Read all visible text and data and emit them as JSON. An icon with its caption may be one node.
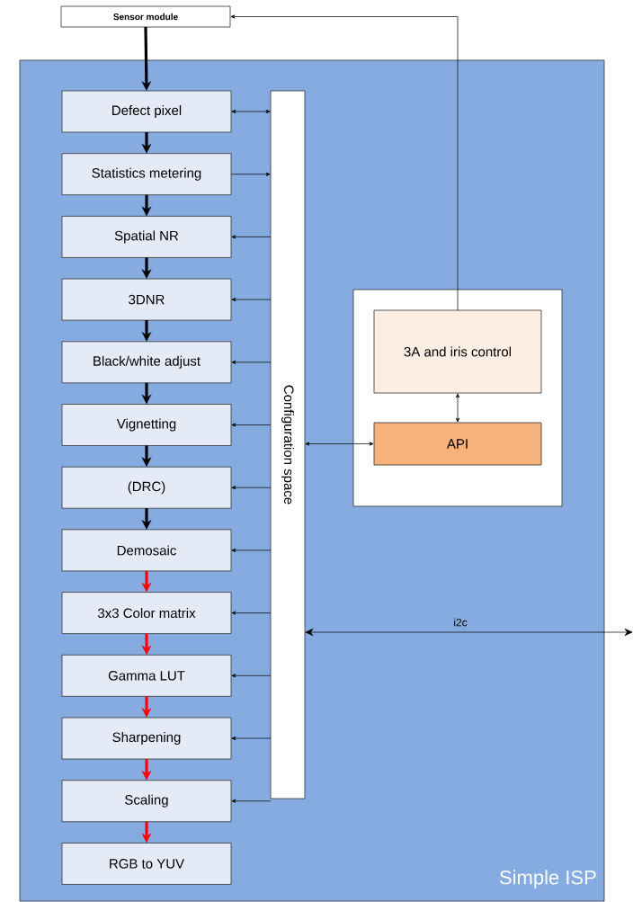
{
  "diagram": {
    "nodes": [
      {
        "text": [
          "Sensor module"
        ]
      },
      {
        "text": [
          "Simple ISP"
        ]
      },
      {
        "text": [
          "Defect pixel"
        ],
        "in": 1
      },
      {
        "text": [
          "Statistics metering"
        ],
        "in": 1
      },
      {
        "text": [
          "Spatial NR"
        ],
        "in": 1
      },
      {
        "text": [
          "3DNR"
        ],
        "in": 1
      },
      {
        "text": [
          "Black/white adjust"
        ],
        "in": 1
      },
      {
        "text": [
          "Vignetting"
        ],
        "in": 1
      },
      {
        "text": [
          "(DRC)"
        ],
        "in": 1
      },
      {
        "text": [
          "Demosaic"
        ],
        "in": 1
      },
      {
        "text": [
          "3x3 Color matrix"
        ],
        "in": 1
      },
      {
        "text": [
          "Gamma LUT"
        ],
        "in": 1
      },
      {
        "text": [
          "Sharpening"
        ],
        "in": 1
      },
      {
        "text": [
          "Scaling"
        ],
        "in": 1
      },
      {
        "text": [
          "RGB to YUV"
        ],
        "in": 1
      },
      {
        "text": [
          "Configuration space"
        ],
        "in": 1
      },
      {
        "text": [],
        "shape": "box",
        "in": 1
      },
      {
        "text": [
          "3A and iris control"
        ],
        "in": 16
      },
      {
        "text": [
          "API"
        ],
        "in": 16
      }
    ],
    "edges": [
      {
        "from": 0,
        "to": 2,
        "arrow": "to",
        "style": "thick"
      },
      {
        "from": 2,
        "to": 3,
        "arrow": "to",
        "style": "thick"
      },
      {
        "from": 3,
        "to": 4,
        "arrow": "to",
        "style": "thick"
      },
      {
        "from": 4,
        "to": 5,
        "arrow": "to",
        "style": "thick"
      },
      {
        "from": 5,
        "to": 6,
        "arrow": "to",
        "style": "thick"
      },
      {
        "from": 6,
        "to": 7,
        "arrow": "to",
        "style": "thick"
      },
      {
        "from": 7,
        "to": 8,
        "arrow": "to",
        "style": "thick"
      },
      {
        "from": 8,
        "to": 9,
        "arrow": "to",
        "style": "thick"
      },
      {
        "from": 9,
        "to": 10,
        "arrow": "to",
        "style": "thick",
        "color": "#ff0000"
      },
      {
        "from": 10,
        "to": 11,
        "arrow": "to",
        "style": "thick",
        "color": "#ff0000"
      },
      {
        "from": 11,
        "to": 12,
        "arrow": "to",
        "style": "thick",
        "color": "#ff0000"
      },
      {
        "from": 12,
        "to": 13,
        "arrow": "to",
        "style": "thick",
        "color": "#ff0000"
      },
      {
        "from": 13,
        "to": 14,
        "arrow": "to",
        "style": "thick",
        "color": "#ff0000"
      },
      {
        "from": 2,
        "to": 15,
        "arrow": "both"
      },
      {
        "from": 3,
        "to": 15,
        "arrow": "to"
      },
      {
        "from": 15,
        "to": 4,
        "arrow": "to"
      },
      {
        "from": 15,
        "to": 5,
        "arrow": "to"
      },
      {
        "from": 15,
        "to": 6,
        "arrow": "to"
      },
      {
        "from": 15,
        "to": 7,
        "arrow": "to"
      },
      {
        "from": 15,
        "to": 8,
        "arrow": "to"
      },
      {
        "from": 15,
        "to": 9,
        "arrow": "to"
      },
      {
        "from": 15,
        "to": 10,
        "arrow": "to"
      },
      {
        "from": 15,
        "to": 11,
        "arrow": "to"
      },
      {
        "from": 15,
        "to": 12,
        "arrow": "to"
      },
      {
        "from": 15,
        "to": 13,
        "arrow": "to"
      },
      {
        "from": 17,
        "to": 0,
        "arrow": "to"
      },
      {
        "from": 17,
        "to": 18,
        "arrow": "both"
      },
      {
        "from": 15,
        "to": 18,
        "arrow": "both"
      },
      {
        "from": 15,
        "to": null,
        "arrow": "both",
        "label": "i2c"
      }
    ]
  }
}
